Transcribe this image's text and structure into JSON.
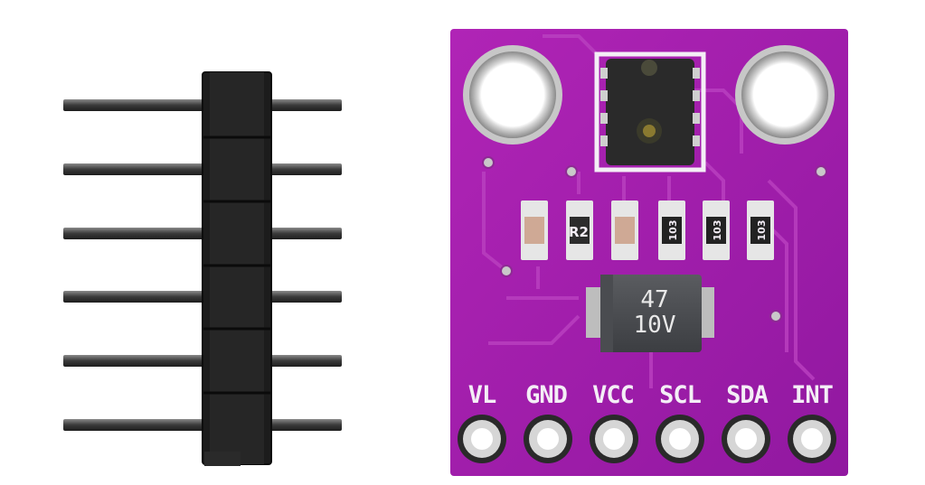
{
  "header_pin": {
    "pin_count": 6
  },
  "board": {
    "color": "#a01fa6",
    "silkscreen_color": "#f4eef6",
    "pin_labels": [
      "VL",
      "GND",
      "VCC",
      "SCL",
      "SDA",
      "INT"
    ],
    "resistor_label": "R2",
    "smd_marks": [
      "103",
      "103",
      "103"
    ],
    "capacitor": {
      "line1": "47",
      "line2": "10V"
    }
  }
}
